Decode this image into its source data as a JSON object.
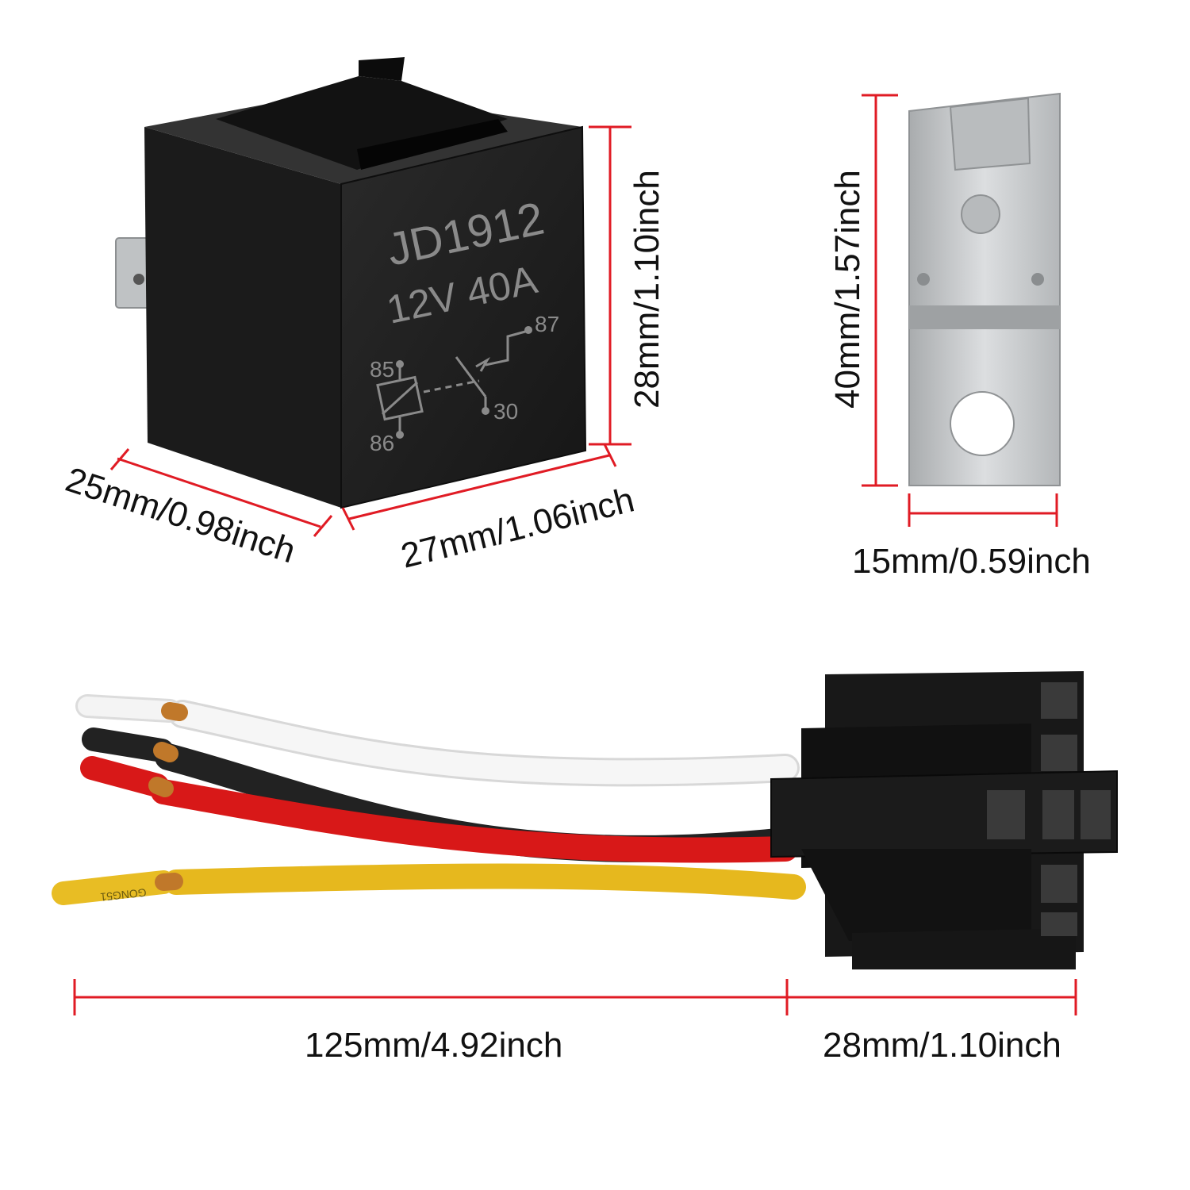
{
  "colors": {
    "dimension_line": "#e01b24",
    "relay_body": "#1e1e1e",
    "relay_print": "#8a8a8a",
    "bracket_metal": "#c9cbcd",
    "wire_white": "#f2f2f2",
    "wire_black": "#222222",
    "wire_red": "#d81818",
    "wire_yellow": "#e6b81e"
  },
  "relay": {
    "model": "JD1912",
    "rating": "12V  40A",
    "pins": {
      "p85": "85",
      "p86": "86",
      "p87": "87",
      "p30": "30"
    }
  },
  "dimensions": {
    "relay_height": "28mm/1.10inch",
    "relay_depth": "25mm/0.98inch",
    "relay_width": "27mm/1.06inch",
    "bracket_height": "40mm/1.57inch",
    "bracket_width": "15mm/0.59inch",
    "wire_length": "125mm/4.92inch",
    "socket_width": "28mm/1.10inch"
  },
  "wire_tag": "GONG51"
}
